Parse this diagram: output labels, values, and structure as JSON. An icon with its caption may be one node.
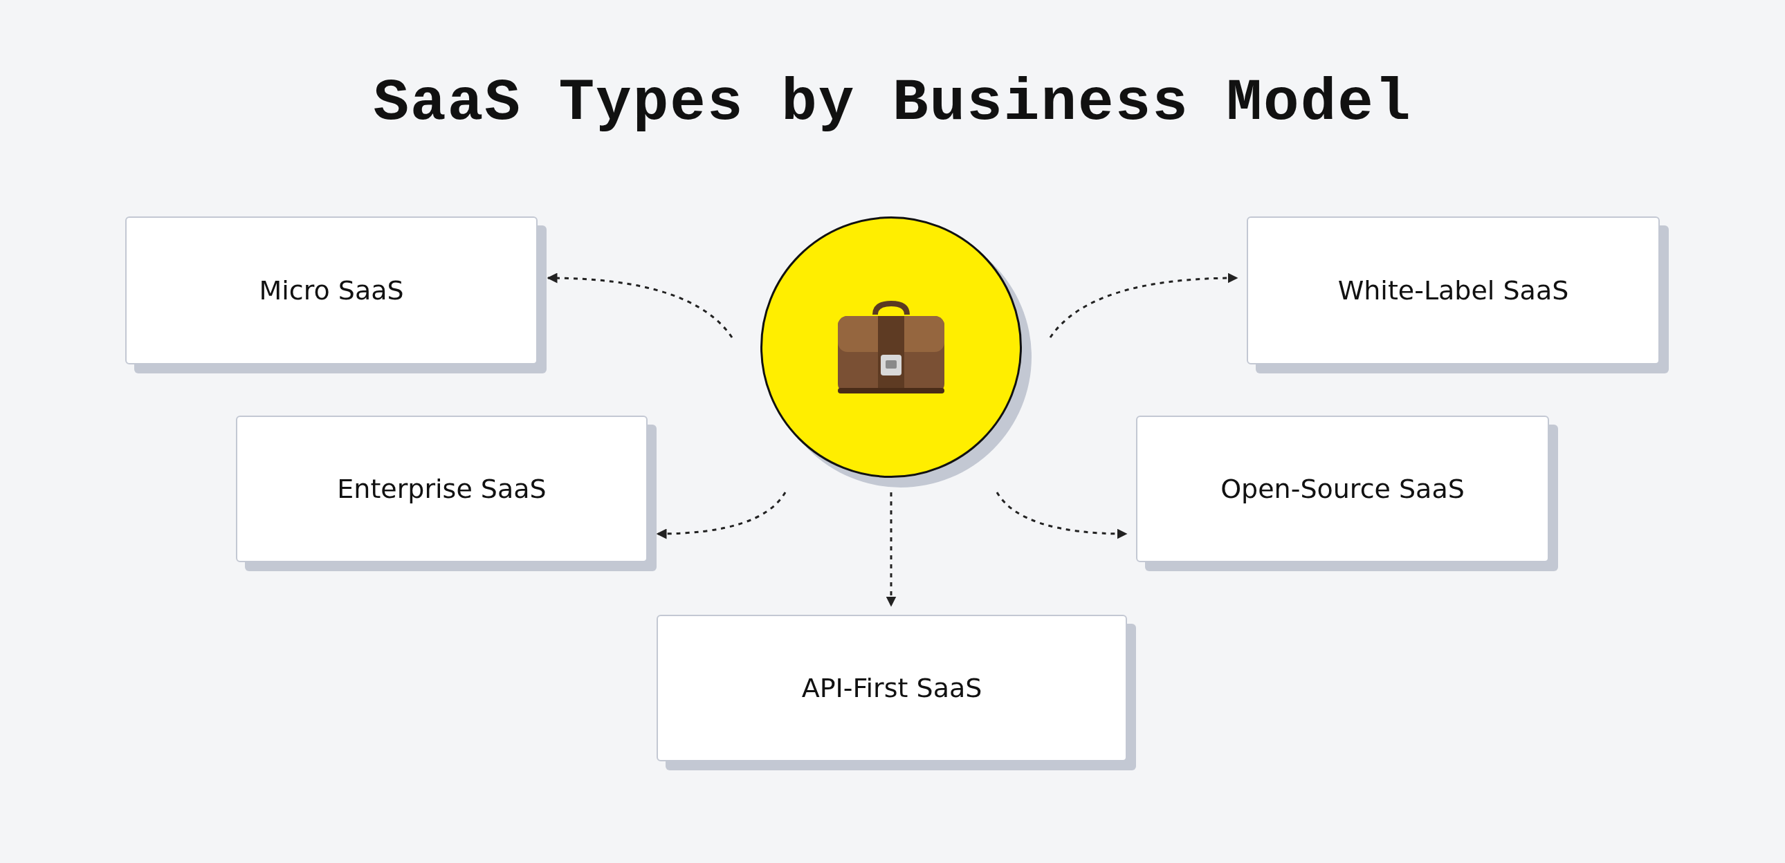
{
  "diagram": {
    "title": "SaaS Types by Business Model",
    "nodes": [
      {
        "text": [
          "Micro SaaS"
        ]
      },
      {
        "text": [],
        "shape": "circle"
      },
      {
        "text": [
          "White-Label SaaS"
        ]
      },
      {
        "text": [
          "Enterprise SaaS"
        ]
      },
      {
        "text": [
          "Open-Source SaaS"
        ]
      },
      {
        "text": [
          "API-First SaaS"
        ]
      }
    ],
    "edges": [
      {
        "from": 1,
        "to": 0,
        "arrow": "to",
        "style": "dashed"
      },
      {
        "from": 1,
        "to": 2,
        "arrow": "to",
        "style": "dashed"
      },
      {
        "from": 1,
        "to": 3,
        "arrow": "to",
        "style": "dashed"
      },
      {
        "from": 1,
        "to": 4,
        "arrow": "to",
        "style": "dashed"
      },
      {
        "from": 1,
        "to": 5,
        "arrow": "to",
        "style": "dashed"
      }
    ]
  }
}
